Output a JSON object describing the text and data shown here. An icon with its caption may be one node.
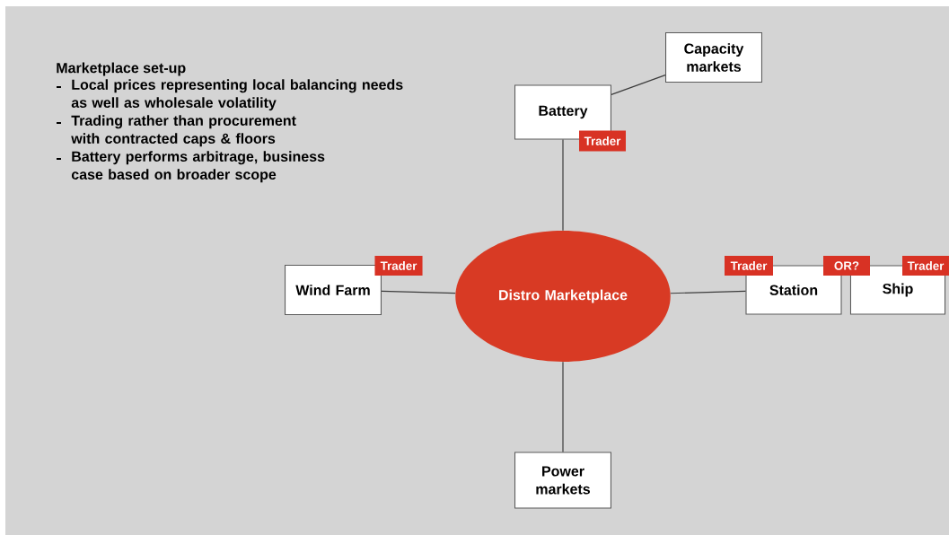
{
  "diagram": {
    "nodes": [
      {
        "text": [
          "Capacity markets"
        ]
      },
      {
        "text": [
          "Battery"
        ]
      },
      {
        "text": [
          "Trader"
        ]
      },
      {
        "text": [
          "Wind Farm"
        ]
      },
      {
        "text": [
          "Trader"
        ]
      },
      {
        "text": [
          "Distro Marketplace"
        ]
      },
      {
        "text": [
          "Station"
        ]
      },
      {
        "text": [
          "Trader"
        ]
      },
      {
        "text": [
          "OR?"
        ]
      },
      {
        "text": [
          "Ship"
        ]
      },
      {
        "text": [
          "Trader"
        ]
      },
      {
        "text": [
          "Power markets"
        ]
      }
    ],
    "edges": [
      {
        "from": 1,
        "to": 0,
        "arrow": "none"
      },
      {
        "from": 1,
        "to": 5,
        "arrow": "none"
      },
      {
        "from": 3,
        "to": 5,
        "arrow": "none"
      },
      {
        "from": 5,
        "to": 6,
        "arrow": "none"
      },
      {
        "from": 5,
        "to": 11,
        "arrow": "none"
      }
    ],
    "labels": [
      "Marketplace set-up",
      "Local prices representing local balancing needs as well as wholesale volatility",
      "Trading rather than procurement with contracted caps & floors",
      "Battery performs arbitrage, business case based on broader scope"
    ]
  }
}
